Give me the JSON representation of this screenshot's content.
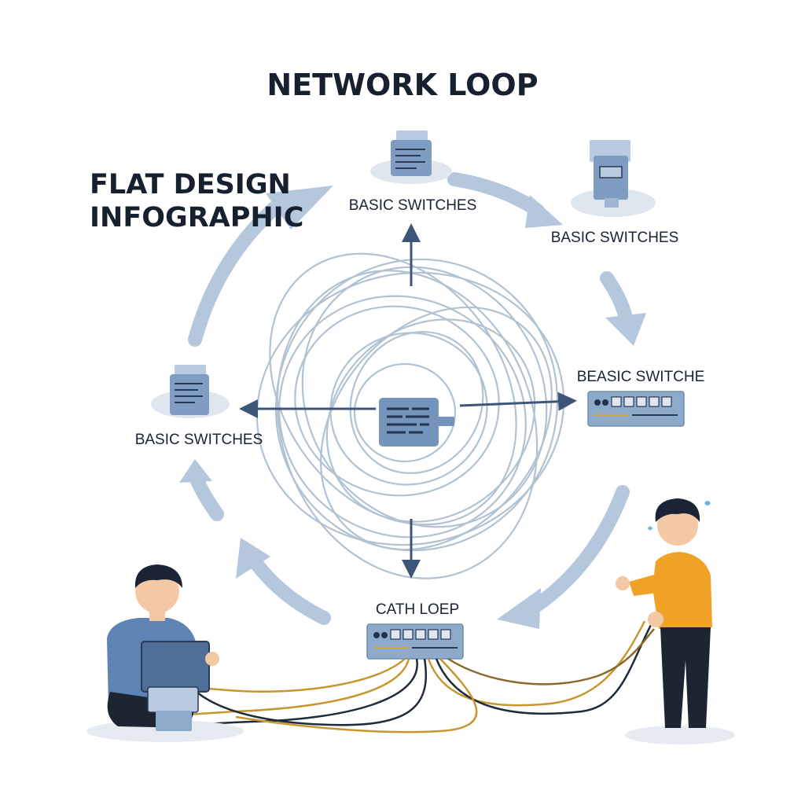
{
  "title": "NETWORK LOOP",
  "subtitle_line1": "FLAT DESIGN",
  "subtitle_line2": "INFOGRAPHIC",
  "labels": {
    "top_switch": "BASIC SWITCHES",
    "top_right_switch": "BASIC SWITCHES",
    "right_switch": "BEASIC SWITCHE",
    "left_switch": "BASIC SWITCHES",
    "bottom_switch": "CATH LOEP"
  },
  "colors": {
    "accent_blue": "#5f7fa8",
    "light_blue": "#c7d6e6",
    "arrow_blue": "#b4c7dd",
    "dark_arrow": "#3d5677",
    "cable_orange": "#c8962e",
    "shirt_orange": "#f0a228",
    "shirt_blue": "#5d84b4"
  }
}
